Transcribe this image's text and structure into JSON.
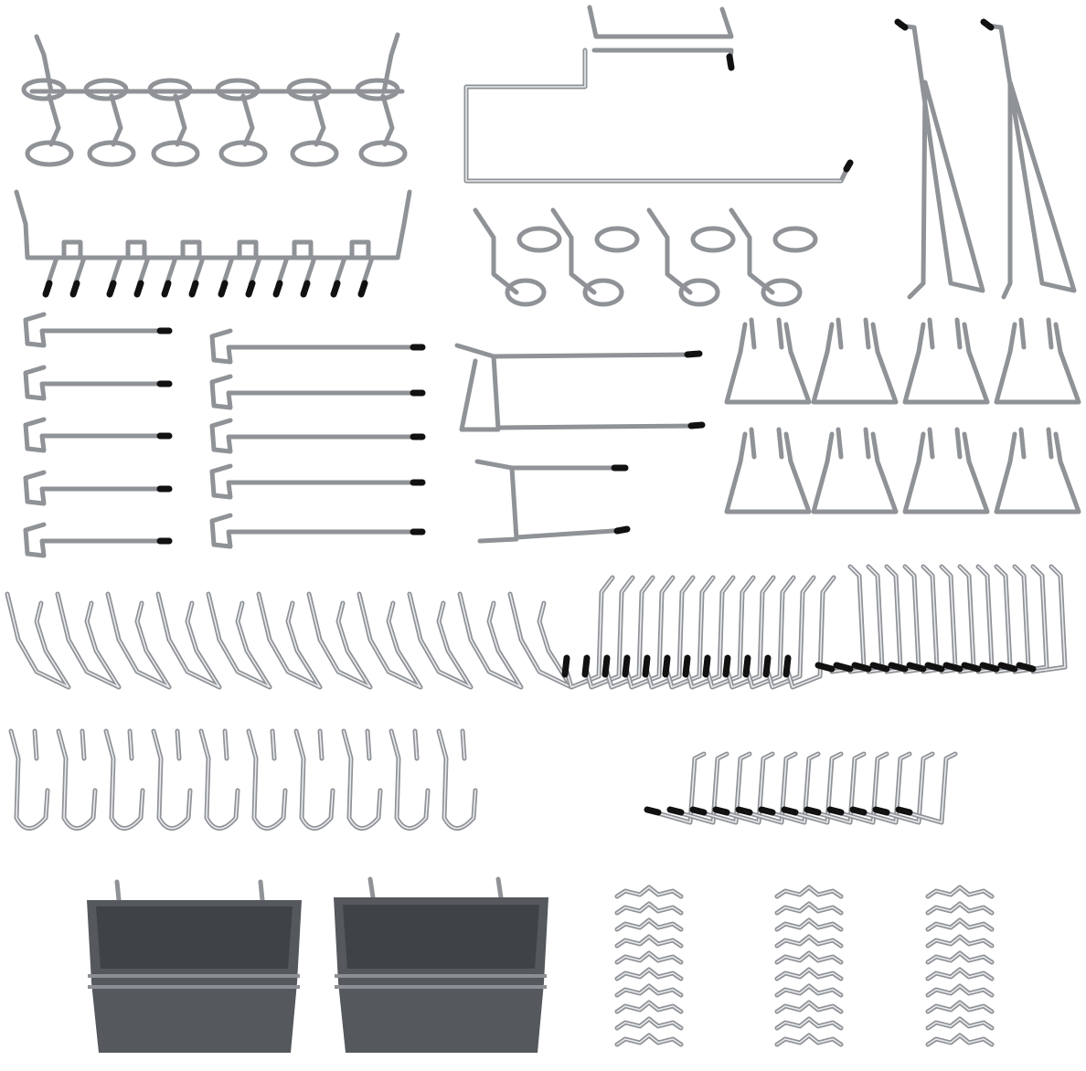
{
  "image": {
    "kind": "product photo",
    "background": "#ffffff",
    "colors": {
      "wire_metal": "#8f9296",
      "wire_highlight": "#e9ebee",
      "rubber_tip": "#111111",
      "bin_plastic": "#55585c",
      "bin_rim": "#8c8f94"
    }
  },
  "items": [
    {
      "name": "screwdriver-holder-ring-rack",
      "count": 1
    },
    {
      "name": "paper-towel-holder",
      "count": 1
    },
    {
      "name": "tall-support-bracket",
      "count": 2
    },
    {
      "name": "multi-prong-tool-rack",
      "count": 1
    },
    {
      "name": "single-ring-hook",
      "count": 4
    },
    {
      "name": "single-straight-hook-short",
      "count": 5
    },
    {
      "name": "single-straight-hook-long",
      "count": 5
    },
    {
      "name": "double-prong-hook",
      "count": 2
    },
    {
      "name": "u-shaped-holder",
      "count": 8
    },
    {
      "name": "angled-curved-hook",
      "count": 11
    },
    {
      "name": "j-hook-tipped-left",
      "count": 12
    },
    {
      "name": "j-hook-tipped-right",
      "count": 12
    },
    {
      "name": "j-hook-open",
      "count": 10
    },
    {
      "name": "l-hook-tipped",
      "count": 12
    },
    {
      "name": "pegboard-bin",
      "count": 2
    },
    {
      "name": "hook-lock-clip",
      "count": 30
    }
  ]
}
